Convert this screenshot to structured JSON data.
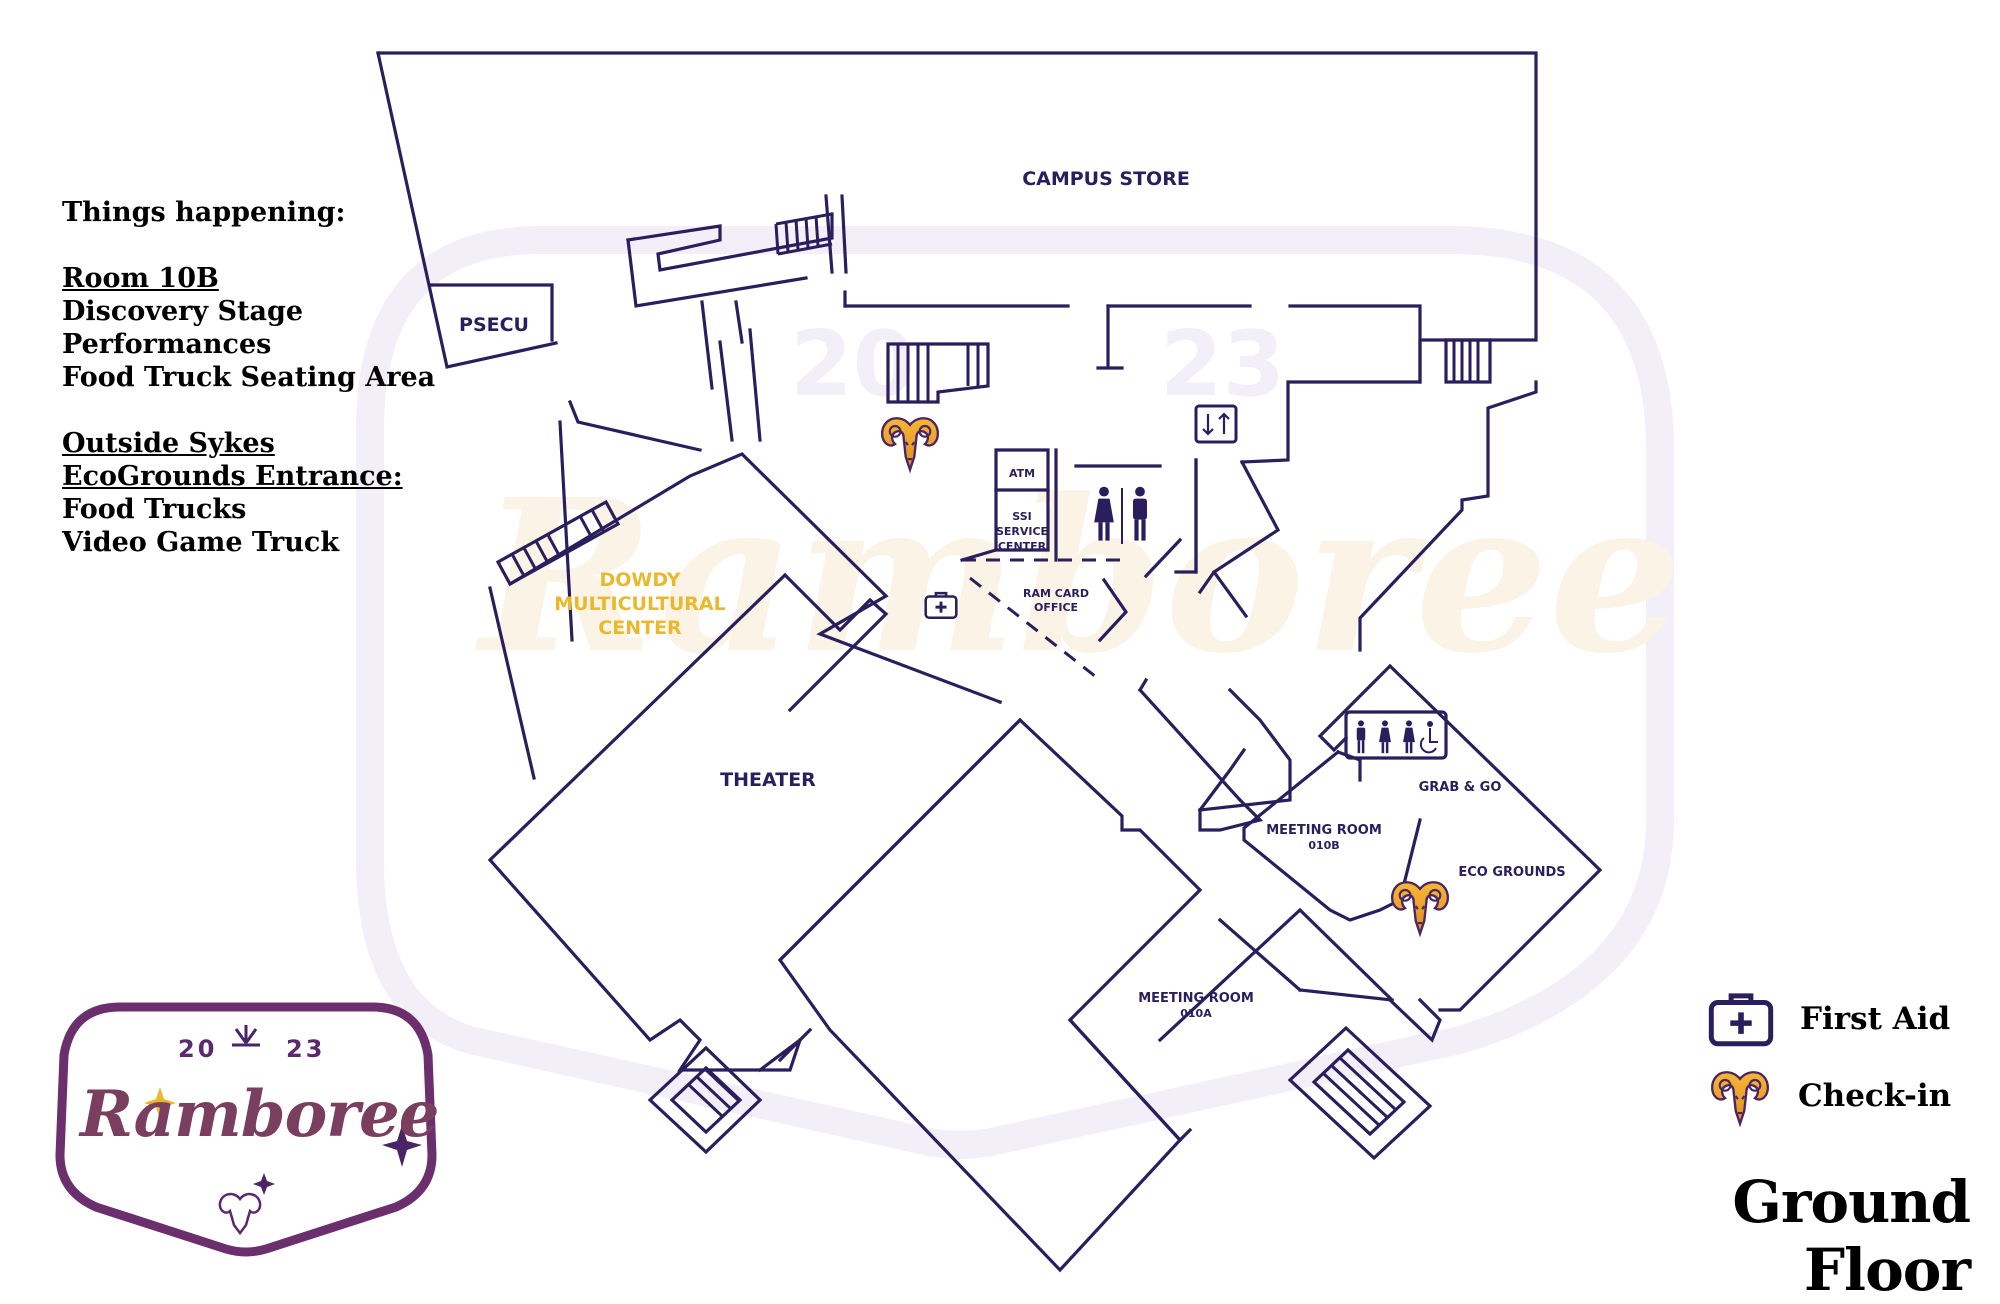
{
  "map": {
    "rooms": {
      "campus_store": "CAMPUS STORE",
      "psecu": "PSECU",
      "atm": "ATM",
      "ssi": [
        "SSI",
        "SERVICE",
        "CENTER"
      ],
      "ram_card": [
        "RAM CARD",
        "OFFICE"
      ],
      "dowdy": [
        "DOWDY",
        "MULTICULTURAL",
        "CENTER"
      ],
      "theater": "THEATER",
      "grab_go": "GRAB & GO",
      "eco_grounds": "ECO GROUNDS",
      "meeting_b": {
        "name": "MEETING ROOM",
        "number": "010B"
      },
      "meeting_a": {
        "name": "MEETING ROOM",
        "number": "010A"
      }
    },
    "watermark_year": {
      "left": "20",
      "right": "23"
    },
    "colors": {
      "wall": "#2a1f5c",
      "gold": "#e9b82c",
      "ram_gold": "#f0a92a",
      "ram_purple": "#4a2566"
    },
    "icons": [
      "first-aid-icon",
      "check-in-ram-icon",
      "restroom-icon",
      "elevator-icon",
      "stairs-icon"
    ]
  },
  "side_panel": {
    "heading": "Things happening:",
    "section1_title": "Room 10B",
    "section1_items": [
      "Discovery Stage",
      "Performances",
      "Food Truck  Seating Area"
    ],
    "section2_title_line1": "Outside Sykes",
    "section2_title_line2": "EcoGrounds Entrance:",
    "section2_items": [
      "Food Trucks",
      "Video Game Truck"
    ]
  },
  "legend": {
    "first_aid": "First Aid",
    "check_in": "Check-in"
  },
  "floor_title": "Ground Floor",
  "logo": {
    "year_left": "20",
    "year_right": "23",
    "wordmark": "Ramboree"
  }
}
